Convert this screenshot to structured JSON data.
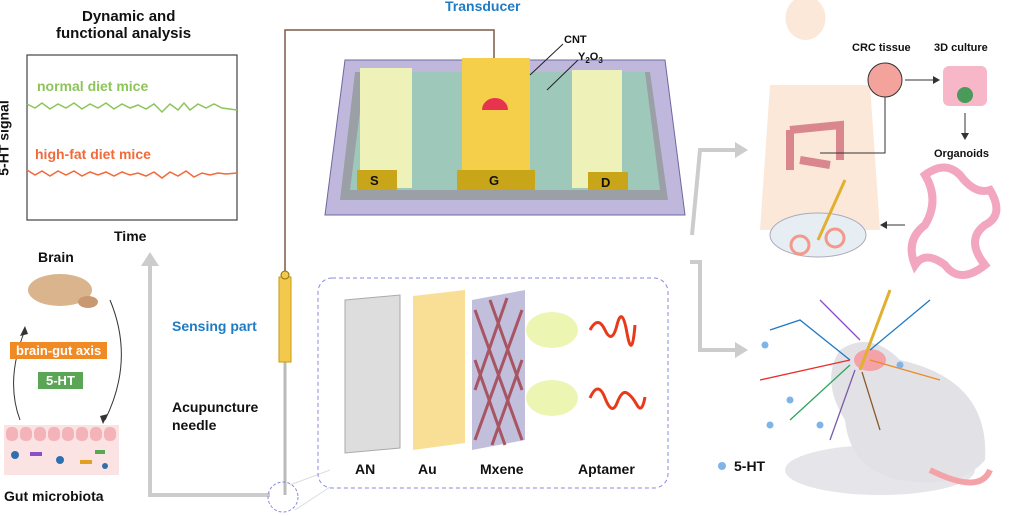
{
  "chart": {
    "title_line1": "Dynamic and",
    "title_line2": "functional analysis",
    "ylabel": "5-HT signal",
    "xlabel": "Time",
    "series": [
      {
        "name": "normal diet mice",
        "color": "#8dc55a"
      },
      {
        "name": "high-fat diet mice",
        "color": "#f26a3a"
      }
    ]
  },
  "axis": {
    "brain": "Brain",
    "axis_label": "brain-gut axis",
    "axis_color": "#f08a24",
    "serotonin": "5-HT",
    "serotonin_color": "#5aa556",
    "gut": "Gut microbiota"
  },
  "transducer": {
    "title": "Transducer",
    "cnt": "CNT",
    "y2o3_main": "Y",
    "y2o3_sub1": "2",
    "y2o3_o": "O",
    "y2o3_sub2": "3",
    "source": "S",
    "gate": "G",
    "drain": "D"
  },
  "sensing": {
    "title": "Sensing part",
    "needle_line1": "Acupuncture",
    "needle_line2": "needle",
    "layers": [
      "AN",
      "Au",
      "Mxene",
      "Aptamer"
    ]
  },
  "right": {
    "crc": "CRC tissue",
    "culture": "3D culture",
    "organoids": "Organoids",
    "legend": "5-HT"
  },
  "colors": {
    "blue_title": "#1f7cc4",
    "gold": "#f2c94c"
  }
}
